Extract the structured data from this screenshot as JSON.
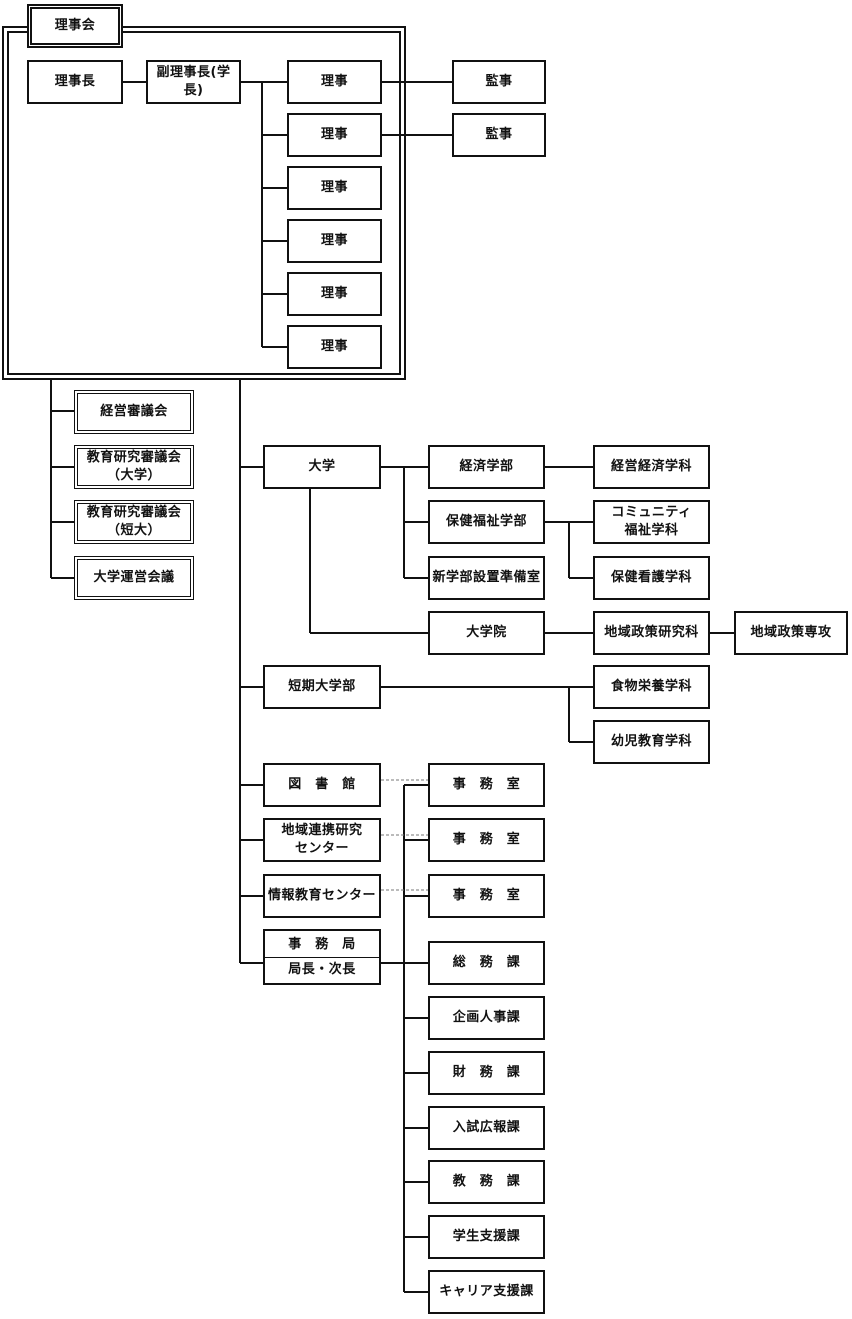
{
  "board": {
    "title": "理事会",
    "chairman": "理事長",
    "vice_chairman": "副理事長(学長)",
    "directors": [
      "理事",
      "理事",
      "理事",
      "理事",
      "理事",
      "理事"
    ],
    "auditors": [
      "監事",
      "監事"
    ]
  },
  "councils": [
    {
      "line1": "経営審議会",
      "line2": ""
    },
    {
      "line1": "教育研究審議会",
      "line2": "（大学）"
    },
    {
      "line1": "教育研究審議会",
      "line2": "（短大）"
    },
    {
      "line1": "大学運営会議",
      "line2": ""
    }
  ],
  "university": {
    "name": "大学",
    "faculties": {
      "economics": "経済学部",
      "health_welfare": "保健福祉学部",
      "new_faculty_prep": "新学部設置準備室"
    },
    "departments": {
      "management_economics": "経営経済学科",
      "community_welfare_line1": "コミュニティ",
      "community_welfare_line2": "福祉学科",
      "health_nursing": "保健看護学科"
    },
    "graduate_school": "大学院",
    "graduate_course": "地域政策研究科",
    "graduate_major": "地域政策専攻"
  },
  "junior_college": {
    "name": "短期大学部",
    "departments": [
      "食物栄養学科",
      "幼児教育学科"
    ]
  },
  "facilities": {
    "library": "図　書　館",
    "regional_center_line1": "地域連携研究",
    "regional_center_line2": "センター",
    "info_center": "情報教育センター",
    "office": "事　務　室"
  },
  "secretariat": {
    "name": "事　務　局",
    "heads": "局長・次長"
  },
  "sections": [
    "総　務　課",
    "企画人事課",
    "財　務　課",
    "入試広報課",
    "教　務　課",
    "学生支援課",
    "キャリア支援課"
  ]
}
